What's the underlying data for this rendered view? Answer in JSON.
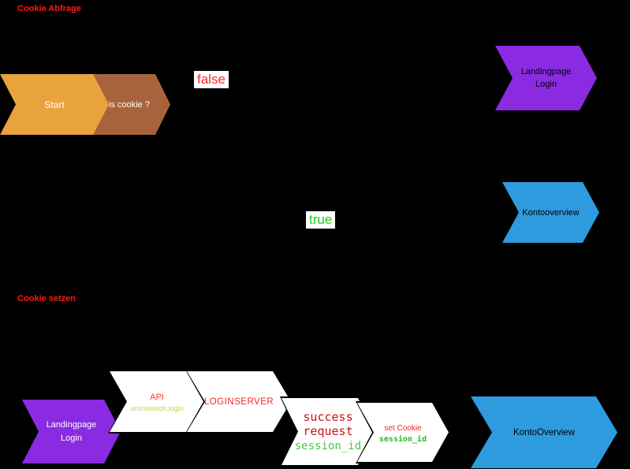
{
  "colors": {
    "background": "#000000",
    "orange": "#E8A33C",
    "brown": "#A9633C",
    "purple": "#8A2BE2",
    "blue": "#2E9BDF",
    "red_label": "#FF1A1A",
    "false_red": "#FF2A2A",
    "true_green": "#22CC22",
    "session_green": "#44CC44",
    "white": "#FFFFFF"
  },
  "sections": {
    "cookie_query": "Cookie Abfrage",
    "cookie_set": "Cookie setzen"
  },
  "branch_labels": {
    "false": "false",
    "true": "true"
  },
  "nodes": {
    "start": {
      "label": "Start"
    },
    "is_cookie": {
      "label": "is cookie ?"
    },
    "landingpage_top": {
      "line1": "Landingpage",
      "line2": "Login"
    },
    "kontooverview_top": {
      "label": "Kontooverview"
    },
    "landingpage_bottom": {
      "line1": "Landingpage",
      "line2": "Login"
    },
    "api": {
      "line1": "API",
      "line2": "um/session.login"
    },
    "loginserver": {
      "label": "LOGINSERVER"
    },
    "success": {
      "line1": "success",
      "line2": "request",
      "line3": "session_id"
    },
    "set_cookie": {
      "line1": "set Cookie",
      "line2": "session_id"
    },
    "kontooverview_bottom": {
      "label": "KontoOverview"
    }
  }
}
